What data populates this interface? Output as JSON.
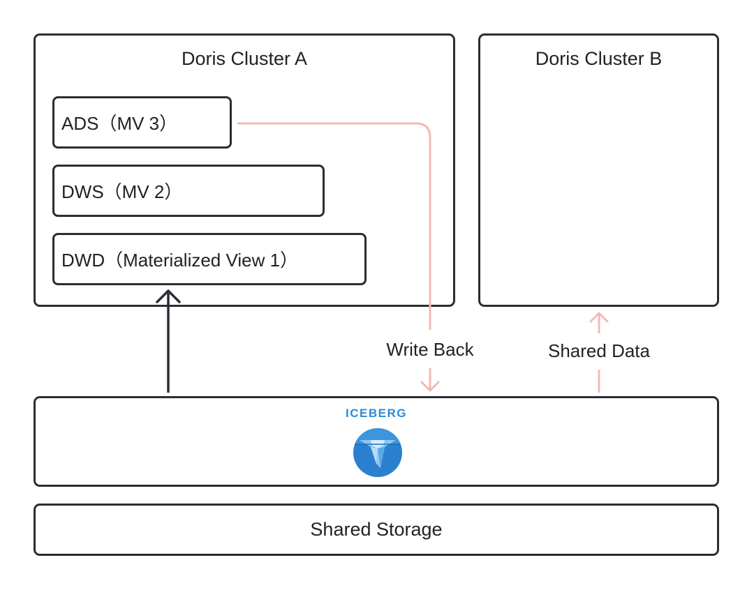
{
  "cluster_a": {
    "title": "Doris Cluster A",
    "layers": {
      "ads": "ADS（MV 3）",
      "dws": "DWS（MV 2）",
      "dwd": "DWD（Materialized View 1）"
    }
  },
  "cluster_b": {
    "title": "Doris Cluster B"
  },
  "flows": {
    "write_back": "Write Back",
    "shared_data": "Shared Data"
  },
  "iceberg": {
    "wordmark": "ICEBERG",
    "logo_icon": "iceberg-logo-icon"
  },
  "storage": {
    "label": "Shared Storage"
  },
  "colors": {
    "border": "#2a2d33",
    "pink_arrow": "#f4b8b6",
    "iceberg_blue": "#2a8ad8"
  }
}
